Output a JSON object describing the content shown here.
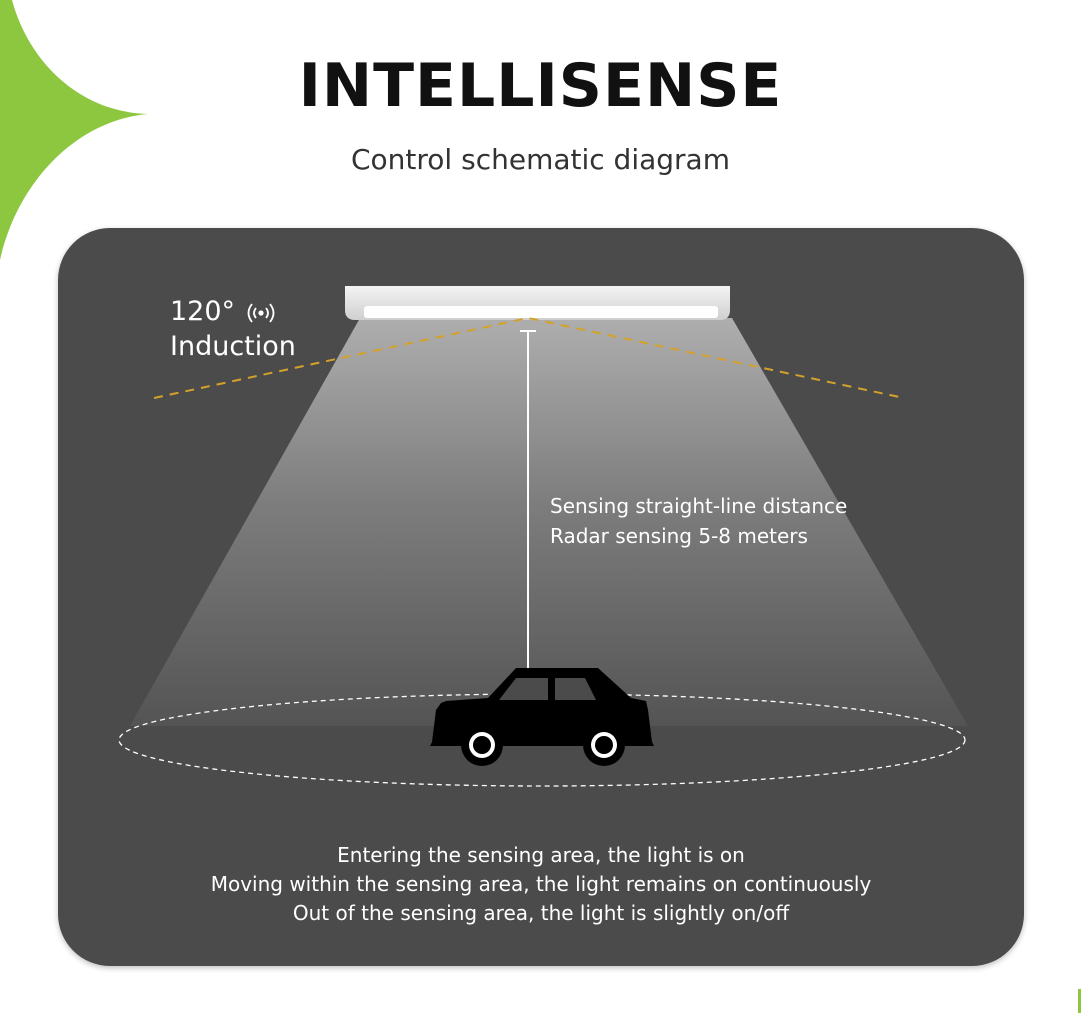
{
  "header": {
    "title": "INTELLISENSE",
    "subtitle": "Control schematic diagram"
  },
  "diagram": {
    "induction_angle": "120°",
    "induction_label": "Induction",
    "distance_line1": "Sensing straight-line distance",
    "distance_line2": "Radar sensing 5-8 meters",
    "behavior_line1": "Entering the sensing area, the light is on",
    "behavior_line2": "Moving within the sensing area, the light remains on continuously",
    "behavior_line3": "Out of the sensing area, the light is slightly on/off"
  },
  "icons": {
    "radar": "radar-signal-icon",
    "vehicle": "car-icon",
    "fixture": "led-light-fixture-icon"
  },
  "colors": {
    "accent_green": "#8dc63f",
    "panel_bg": "#4b4b4b",
    "angle_line": "#d4a12a",
    "text_dark": "#111111",
    "text_light": "#ffffff"
  }
}
